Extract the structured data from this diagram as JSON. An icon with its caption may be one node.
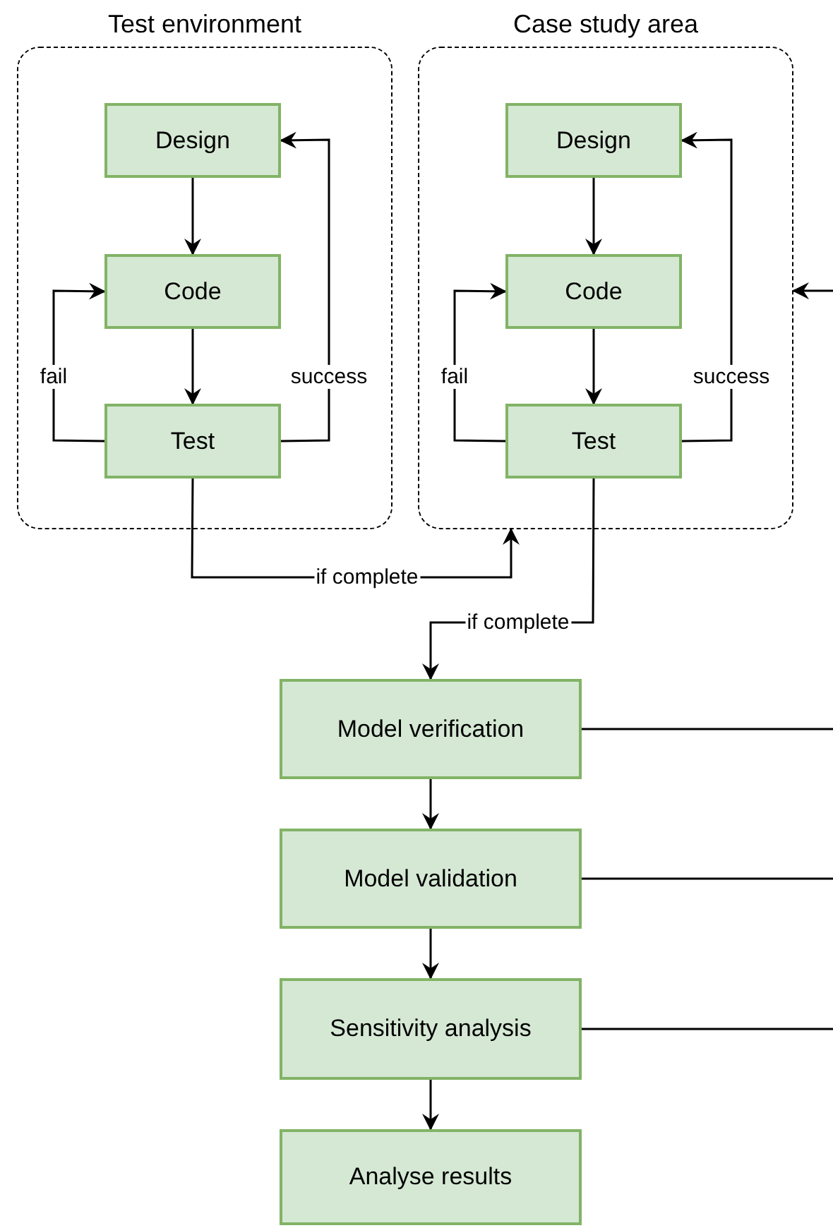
{
  "diagram": {
    "nodes": [
      {
        "text": [
          "Test environment"
        ]
      },
      {
        "text": [
          "Design"
        ],
        "in": 0
      },
      {
        "text": [
          "Code"
        ],
        "in": 0
      },
      {
        "text": [
          "Test"
        ],
        "in": 0
      },
      {
        "text": [
          "Case study area"
        ]
      },
      {
        "text": [
          "Design"
        ],
        "in": 4
      },
      {
        "text": [
          "Code"
        ],
        "in": 4
      },
      {
        "text": [
          "Test"
        ],
        "in": 4
      },
      {
        "text": [
          "Model verification"
        ]
      },
      {
        "text": [
          "Model validation"
        ]
      },
      {
        "text": [
          "Sensitivity analysis"
        ]
      },
      {
        "text": [
          "Analyse results"
        ]
      }
    ],
    "edges": [
      {
        "from": 1,
        "to": 2,
        "arrow": "to"
      },
      {
        "from": 2,
        "to": 3,
        "arrow": "to"
      },
      {
        "from": 3,
        "to": 2,
        "arrow": "to",
        "label": "fail"
      },
      {
        "from": 3,
        "to": 1,
        "arrow": "to",
        "label": "success"
      },
      {
        "from": 3,
        "to": 4,
        "arrow": "to",
        "label": "if complete"
      },
      {
        "from": 5,
        "to": 6,
        "arrow": "to"
      },
      {
        "from": 6,
        "to": 7,
        "arrow": "to"
      },
      {
        "from": 7,
        "to": 6,
        "arrow": "to",
        "label": "fail"
      },
      {
        "from": 7,
        "to": 5,
        "arrow": "to",
        "label": "success"
      },
      {
        "from": 7,
        "to": 8,
        "arrow": "to",
        "label": "if complete"
      },
      {
        "from": 8,
        "to": 9,
        "arrow": "to"
      },
      {
        "from": 9,
        "to": 10,
        "arrow": "to"
      },
      {
        "from": 10,
        "to": 11,
        "arrow": "to"
      },
      {
        "from": 8,
        "to": null,
        "arrow": "none"
      },
      {
        "from": 9,
        "to": null,
        "arrow": "none"
      },
      {
        "from": 10,
        "to": null,
        "arrow": "none"
      },
      {
        "from": null,
        "to": 4,
        "arrow": "to"
      }
    ]
  }
}
